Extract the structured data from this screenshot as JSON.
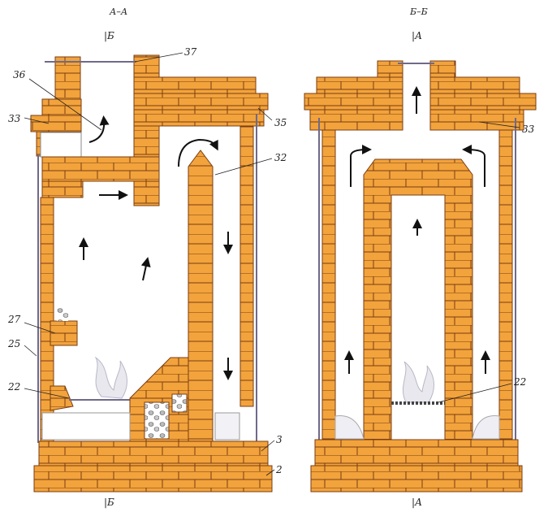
{
  "left_section": {
    "title": "А–А",
    "cut_top": "|Б",
    "cut_bottom": "|Б",
    "labels": [
      "37",
      "36",
      "33",
      "35",
      "32",
      "27",
      "25",
      "22",
      "3",
      "2"
    ]
  },
  "right_section": {
    "title": "Б–Б",
    "cut_top": "|А",
    "cut_bottom": "|А",
    "labels": [
      "33",
      "22"
    ]
  },
  "colors": {
    "brick": "#f2a33c",
    "mortar": "#7a3d12",
    "steel": "#6f6a8a"
  }
}
